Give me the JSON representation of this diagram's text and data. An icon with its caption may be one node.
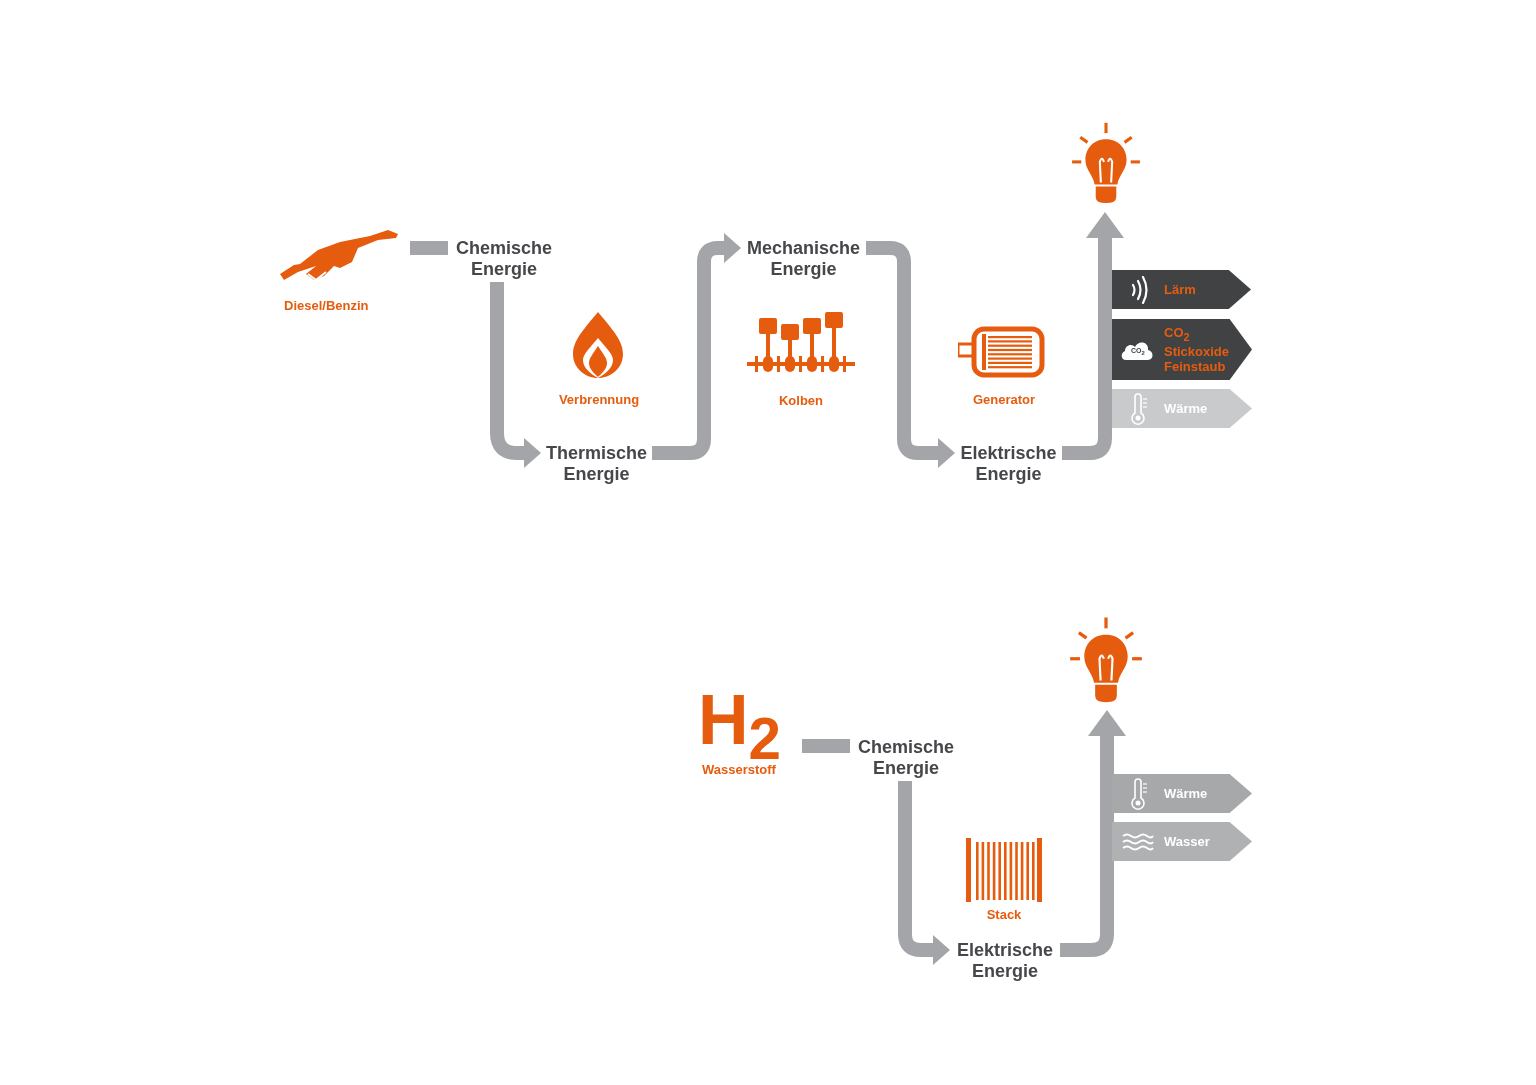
{
  "diagram": {
    "nodes": [
      {
        "text": [
          "Diesel/Benzin"
        ]
      },
      {
        "text": [
          "Chemische Energie"
        ]
      },
      {
        "text": [
          "Thermische Energie"
        ]
      },
      {
        "text": [
          "Mechanische Energie"
        ]
      },
      {
        "text": [
          "Elektrische Energie"
        ]
      },
      {
        "text": [],
        "shape": "bulb"
      },
      {
        "text": [
          "Lärm"
        ]
      },
      {
        "text": [
          "CO$_{2}$ Stickoxide Feinstaub"
        ]
      },
      {
        "text": [
          "Wärme"
        ]
      },
      {
        "text": [
          "H$_{2}$",
          "Wasserstoff"
        ]
      },
      {
        "text": [
          "Chemische Energie"
        ]
      },
      {
        "text": [
          "Elektrische Energie"
        ]
      },
      {
        "text": [],
        "shape": "bulb"
      },
      {
        "text": [
          "Wärme"
        ]
      },
      {
        "text": [
          "Wasser"
        ]
      }
    ],
    "edges": [
      {
        "from": 0,
        "to": 1,
        "arrow": "none"
      },
      {
        "from": 1,
        "to": 2,
        "arrow": "to"
      },
      {
        "from": 2,
        "to": 3,
        "arrow": "to"
      },
      {
        "from": 3,
        "to": 4,
        "arrow": "to"
      },
      {
        "from": 4,
        "to": 5,
        "arrow": "to"
      },
      {
        "from": 9,
        "to": 10,
        "arrow": "none"
      },
      {
        "from": 10,
        "to": 11,
        "arrow": "to"
      },
      {
        "from": 11,
        "to": 12,
        "arrow": "to"
      }
    ],
    "labels": [
      "Verbrennung",
      "Kolben",
      "Generator",
      "CO$_{2}$",
      "Stack"
    ]
  }
}
